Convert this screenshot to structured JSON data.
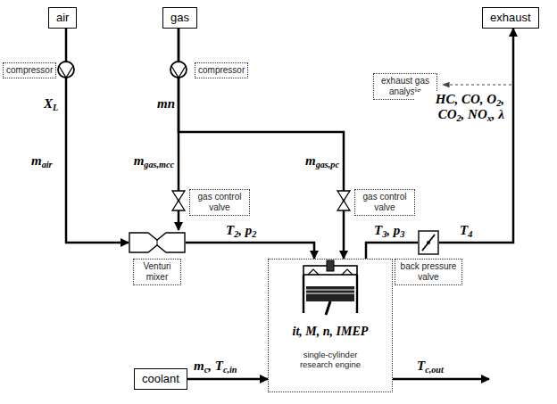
{
  "diagram": {
    "nodes": [
      {
        "text": [
          "air"
        ]
      },
      {
        "text": [
          "gas"
        ]
      },
      {
        "text": [
          "exhaust"
        ]
      },
      {
        "text": [
          "compressor"
        ]
      },
      {
        "text": [
          "compressor"
        ]
      },
      {
        "text": [
          "exhaust gas analysis"
        ]
      },
      {
        "text": [
          "gas control valve"
        ]
      },
      {
        "text": [
          "gas control valve"
        ]
      },
      {
        "text": [
          "Venturi mixer"
        ]
      },
      {
        "text": [
          "back pressure valve"
        ]
      },
      {
        "text": [
          "coolant"
        ]
      },
      {
        "text": [
          "it, M, n, IMEP",
          "single-cylinder research engine"
        ]
      }
    ],
    "edges": [
      {
        "from": 0,
        "to": 8,
        "arrow": "to",
        "label": "mair"
      },
      {
        "from": 1,
        "to": 8,
        "arrow": "to",
        "label": "mgas,mcc"
      },
      {
        "from": 1,
        "to": 11,
        "arrow": "to",
        "label": "mgas,pc"
      },
      {
        "from": 8,
        "to": 11,
        "arrow": "to",
        "label": "T2, p2"
      },
      {
        "from": 11,
        "to": 9,
        "arrow": "none",
        "label": "T3, p3"
      },
      {
        "from": 9,
        "to": 2,
        "arrow": "to",
        "label": "T4"
      },
      {
        "from": 10,
        "to": 11,
        "arrow": "to",
        "label": "mc, Tc,in"
      }
    ],
    "labels": [
      "XL",
      "mn",
      "Tc,out",
      "HC, CO, O2, CO2, NOx, λ"
    ]
  }
}
